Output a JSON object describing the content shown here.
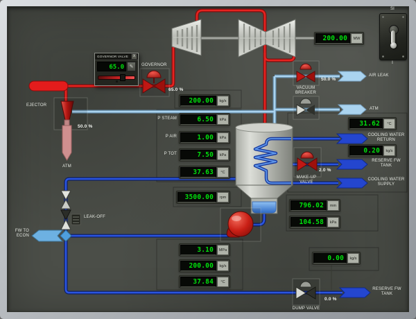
{
  "popup": {
    "title": "GOVERNOR VALVE",
    "close": "X",
    "value": "65.0",
    "edit": "✎"
  },
  "switch": {
    "top": "SI",
    "bottom": "I"
  },
  "labels": {
    "governor": "GOVERNOR",
    "ejector": "EJECTOR",
    "atm_ejector": "ATM",
    "vacuum_breaker": "VACUUM BREAKER",
    "make_up_valve": "MAKE-UP VALVE",
    "dump_valve": "DUMP VALVE",
    "leak_off": "LEAK-OFF",
    "p_steam": "P STEAM",
    "p_air": "P AIR",
    "p_tot": "P TOT"
  },
  "tags": {
    "air_leak": "AIR LEAK",
    "atm": "ATM",
    "cooling_water_return": "COOLING WATER RETURN",
    "reserve_fw_tank": "RESERVE FW TANK",
    "cooling_water_supply": "COOLING WATER SUPPLY",
    "reserve_fw_tank_2": "RESERVE FW TANK",
    "fw_to_econ": "FW TO ECON"
  },
  "positions": {
    "governor": "65.0 %",
    "ejector": "50.0 %",
    "vacuum_breaker": "50.0 %",
    "make_up": "2.0 %",
    "dump": "0.0 %"
  },
  "displays": {
    "generator_load": {
      "value": "200.00",
      "unit": "MW"
    },
    "steam_flow": {
      "value": "200.00",
      "unit": "kg/s"
    },
    "p_steam": {
      "value": "6.50",
      "unit": "kPa"
    },
    "p_air": {
      "value": "1.00",
      "unit": "kPa"
    },
    "p_tot": {
      "value": "7.50",
      "unit": "kPa"
    },
    "condenser_temp": {
      "value": "37.63",
      "unit": "°C"
    },
    "cw_return_temp": {
      "value": "31.62",
      "unit": "°C"
    },
    "make_up_flow": {
      "value": "0.20",
      "unit": "kg/s"
    },
    "hotwell_level": {
      "value": "796.02",
      "unit": "mm"
    },
    "pump_suction_pressure": {
      "value": "104.58",
      "unit": "kPa"
    },
    "pump_speed": {
      "value": "3500.00",
      "unit": "rpm"
    },
    "discharge_pressure": {
      "value": "3.10",
      "unit": "MPa"
    },
    "fw_flow": {
      "value": "200.00",
      "unit": "kg/s"
    },
    "fw_temp": {
      "value": "37.84",
      "unit": "°C"
    },
    "dump_flow": {
      "value": "0.00",
      "unit": "kg/s"
    }
  },
  "colors": {
    "display_green": "#00e10c",
    "steam_red": "#e62320",
    "air_light_blue": "#aad3ef",
    "water_dark_blue": "#2b55e0",
    "panel_grey": "#4b4e48"
  }
}
